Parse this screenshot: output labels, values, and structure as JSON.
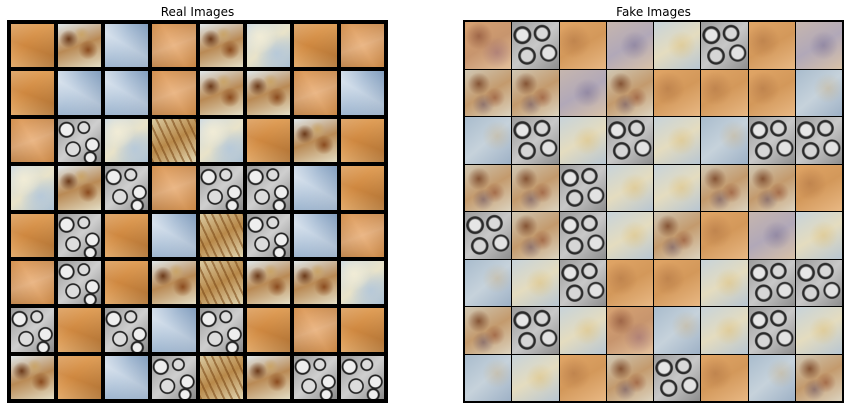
{
  "panels": {
    "left": {
      "title": "Real Images",
      "rows": [
        [
          "orange",
          "brown",
          "blue",
          "orange2",
          "brown",
          "pale",
          "orange",
          "orange2"
        ],
        [
          "orange",
          "blue",
          "blue",
          "orange2",
          "brown",
          "brown",
          "orange2",
          "blue"
        ],
        [
          "orange2",
          "gray",
          "pale",
          "stripe",
          "pale",
          "orange",
          "brown",
          "orange"
        ],
        [
          "pale",
          "brown",
          "gray",
          "orange2",
          "gray",
          "gray",
          "blue",
          "orange"
        ],
        [
          "orange",
          "gray",
          "orange",
          "blue",
          "stripe",
          "gray",
          "blue",
          "orange2"
        ],
        [
          "orange2",
          "gray",
          "orange",
          "brown",
          "stripe",
          "brown",
          "brown",
          "pale"
        ],
        [
          "gray",
          "orange",
          "gray",
          "blue",
          "gray",
          "orange",
          "orange2",
          "orange"
        ],
        [
          "brown",
          "orange",
          "blue",
          "gray",
          "stripe",
          "brown",
          "gray",
          "gray"
        ]
      ]
    },
    "right": {
      "title": "Fake Images",
      "rows": [
        [
          "rust",
          "gray",
          "orange",
          "lavender",
          "pale",
          "gray",
          "orange",
          "lavender"
        ],
        [
          "brown",
          "brown",
          "lavender",
          "brown",
          "orange",
          "orange",
          "orange",
          "blue"
        ],
        [
          "blue",
          "gray",
          "pale",
          "gray",
          "pale",
          "blue",
          "gray",
          "gray"
        ],
        [
          "brown",
          "brown",
          "gray",
          "pale",
          "pale",
          "brown",
          "brown",
          "orange"
        ],
        [
          "gray",
          "brown",
          "gray",
          "pale",
          "brown",
          "orange",
          "lavender",
          "pale"
        ],
        [
          "blue",
          "pale",
          "gray",
          "orange",
          "orange",
          "pale",
          "gray",
          "gray"
        ],
        [
          "brown",
          "gray",
          "pale",
          "rust",
          "blue",
          "pale",
          "gray",
          "pale"
        ],
        [
          "blue",
          "pale",
          "orange",
          "brown",
          "gray",
          "orange",
          "blue",
          "brown"
        ]
      ]
    }
  }
}
